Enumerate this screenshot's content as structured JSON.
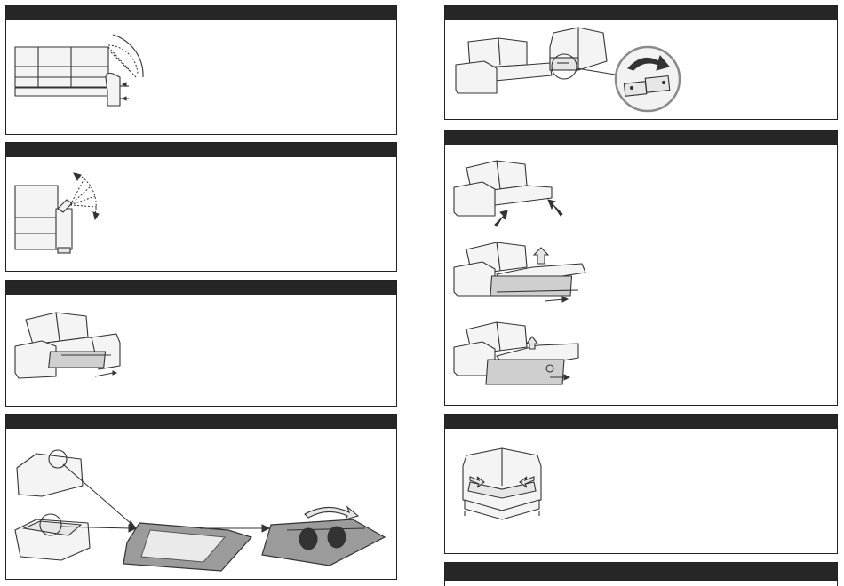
{
  "page": {
    "panels": [
      {
        "id": "recliner-angles",
        "header": ""
      },
      {
        "id": "headrest-adjust",
        "header": ""
      },
      {
        "id": "loveseat-storage",
        "header": ""
      },
      {
        "id": "cupholder-insert",
        "header": ""
      },
      {
        "id": "section-connector",
        "header": ""
      },
      {
        "id": "sofabed-steps",
        "header": ""
      },
      {
        "id": "corner-cushion",
        "header": ""
      },
      {
        "id": "bottom-band",
        "header": ""
      }
    ]
  }
}
